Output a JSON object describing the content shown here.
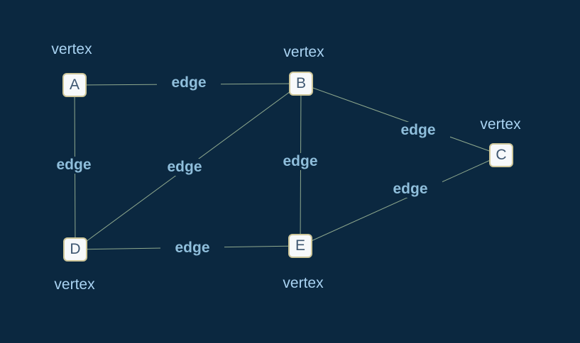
{
  "colors": {
    "background": "#0b2840",
    "edge_line": "#8fa98e",
    "node_fill": "#f7f9fb",
    "node_border": "#cfc79a",
    "node_text": "#3d5670",
    "vertex_label": "#a9d3f2",
    "edge_label": "#8fbedb"
  },
  "nodes": [
    {
      "id": "A",
      "label": "A",
      "caption": "vertex"
    },
    {
      "id": "B",
      "label": "B",
      "caption": "vertex"
    },
    {
      "id": "C",
      "label": "C",
      "caption": "vertex"
    },
    {
      "id": "D",
      "label": "D",
      "caption": "vertex"
    },
    {
      "id": "E",
      "label": "E",
      "caption": "vertex"
    }
  ],
  "edges": [
    {
      "from": "A",
      "to": "B",
      "label": "edge"
    },
    {
      "from": "A",
      "to": "D",
      "label": "edge"
    },
    {
      "from": "B",
      "to": "D",
      "label": "edge"
    },
    {
      "from": "B",
      "to": "E",
      "label": "edge"
    },
    {
      "from": "B",
      "to": "C",
      "label": "edge"
    },
    {
      "from": "E",
      "to": "C",
      "label": "edge"
    },
    {
      "from": "D",
      "to": "E",
      "label": "edge"
    }
  ]
}
